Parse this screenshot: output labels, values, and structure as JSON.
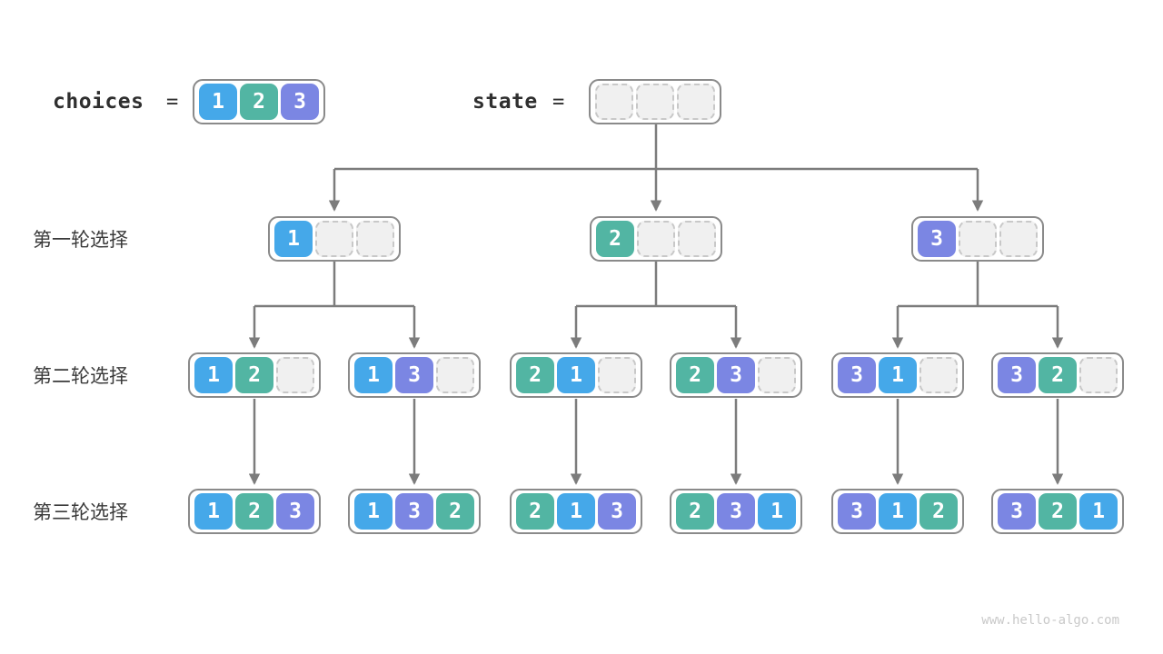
{
  "header": {
    "choices_label": "choices",
    "state_label": "state",
    "eq": "=",
    "choices_cells": [
      "1",
      "2",
      "3"
    ],
    "state_cells": [
      null,
      null,
      null
    ]
  },
  "rows": [
    {
      "label": "第一轮选择",
      "boxes": [
        [
          "1",
          null,
          null
        ],
        [
          "2",
          null,
          null
        ],
        [
          "3",
          null,
          null
        ]
      ]
    },
    {
      "label": "第二轮选择",
      "boxes": [
        [
          "1",
          "2",
          null
        ],
        [
          "1",
          "3",
          null
        ],
        [
          "2",
          "1",
          null
        ],
        [
          "2",
          "3",
          null
        ],
        [
          "3",
          "1",
          null
        ],
        [
          "3",
          "2",
          null
        ]
      ]
    },
    {
      "label": "第三轮选择",
      "boxes": [
        [
          "1",
          "2",
          "3"
        ],
        [
          "1",
          "3",
          "2"
        ],
        [
          "2",
          "1",
          "3"
        ],
        [
          "2",
          "3",
          "1"
        ],
        [
          "3",
          "1",
          "2"
        ],
        [
          "3",
          "2",
          "1"
        ]
      ]
    }
  ],
  "colors": {
    "1": "#45A8E9",
    "2": "#52B5A3",
    "3": "#7B86E3",
    "empty_fill": "#F0F0F0",
    "empty_border": "#C8C8C8",
    "box_border": "#8A8A8A",
    "arrow": "#7C7C7C"
  },
  "watermark": "www.hello-algo.com"
}
